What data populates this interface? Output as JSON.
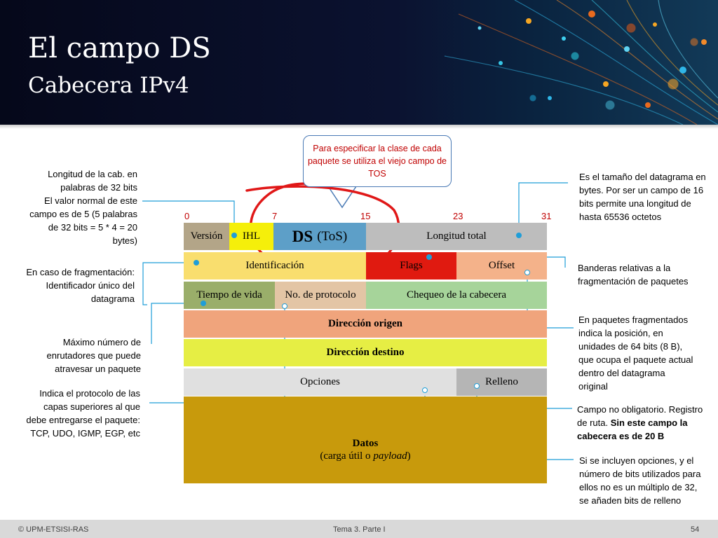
{
  "header": {
    "title": "El campo DS",
    "subtitle": "Cabecera IPv4"
  },
  "bubble": {
    "text": "Para especificar la clase de cada paquete se utiliza el viejo campo de TOS",
    "text_color": "#c00000"
  },
  "bit_numbers": [
    "0",
    "7",
    "15",
    "23",
    "31"
  ],
  "fields": {
    "version": "Versión",
    "ihl": "IHL",
    "ds": "DS",
    "tos": "(ToS)",
    "longitud_total": "Longitud total",
    "identificacion": "Identificación",
    "flags": "Flags",
    "offset": "Offset",
    "tiempo_vida": "Tiempo de vida",
    "protocolo": "No. de protocolo",
    "chequeo": "Chequeo de la cabecera",
    "dir_origen": "Dirección origen",
    "dir_destino": "Dirección destino",
    "opciones": "Opciones",
    "relleno": "Relleno",
    "datos": "Datos",
    "datos_sub_pre": "(carga útil o ",
    "datos_sub_em": "payload",
    "datos_sub_post": ")"
  },
  "colors": {
    "version": "#b3a588",
    "ihl": "#f5ef0a",
    "ds": "#5d9fc8",
    "longitud_total": "#bdbdbd",
    "identificacion": "#f9de6e",
    "flags": "#e01a10",
    "offset": "#f4b28a",
    "tiempo_vida": "#9aae6a",
    "protocolo": "#e3c5a5",
    "chequeo": "#a6d49a",
    "dir_origen": "#f0a47c",
    "dir_destino": "#e6ee44",
    "opciones": "#e0e0e0",
    "relleno": "#b5b5b5",
    "datos": "#c89a0c",
    "connector": "#1f9ed8",
    "scribble": "#e01818"
  },
  "annotations": {
    "ihl_note": [
      "Longitud de la cab. en",
      "palabras de 32 bits",
      "El valor normal de este",
      "campo es de 5 (5 palabras",
      "de 32 bits = 5 * 4 = 20",
      "bytes)"
    ],
    "identificacion_note": [
      "En caso de fragmentación:",
      "Identificador único del",
      "datagrama"
    ],
    "ttl_note": [
      "Máximo número de",
      "enrutadores que puede",
      "atravesar un paquete"
    ],
    "protocolo_note": [
      "Indica el protocolo de las",
      "capas superiores al que",
      "debe entregarse el paquete:",
      "TCP, UDO, IGMP, EGP, etc"
    ],
    "longitud_note": [
      "Es el tamaño del datagrama en",
      "bytes. Por ser un campo de 16",
      "bits permite una longitud de",
      "hasta 65536 octetos"
    ],
    "flags_note": [
      "Banderas relativas a la",
      "fragmentación de paquetes"
    ],
    "offset_note": [
      "En paquetes fragmentados",
      "indica la posición, en",
      "unidades de 64 bits (8 B),",
      "que ocupa el paquete actual",
      "dentro del datagrama",
      "original"
    ],
    "opciones_note_plain": [
      "Campo no obligatorio. Registro",
      "de ruta. "
    ],
    "opciones_note_bold": [
      "Sin este campo la",
      "cabecera es de 20 B"
    ],
    "relleno_note": [
      "Si se incluyen opciones, y el",
      "número de bits utilizados para",
      "ellos no es un múltiplo de 32,",
      "se añaden bits de relleno"
    ]
  },
  "footer": {
    "copyright": "© UPM-ETSISI-RAS",
    "center": "Tema 3. Parte I",
    "page": "54"
  }
}
